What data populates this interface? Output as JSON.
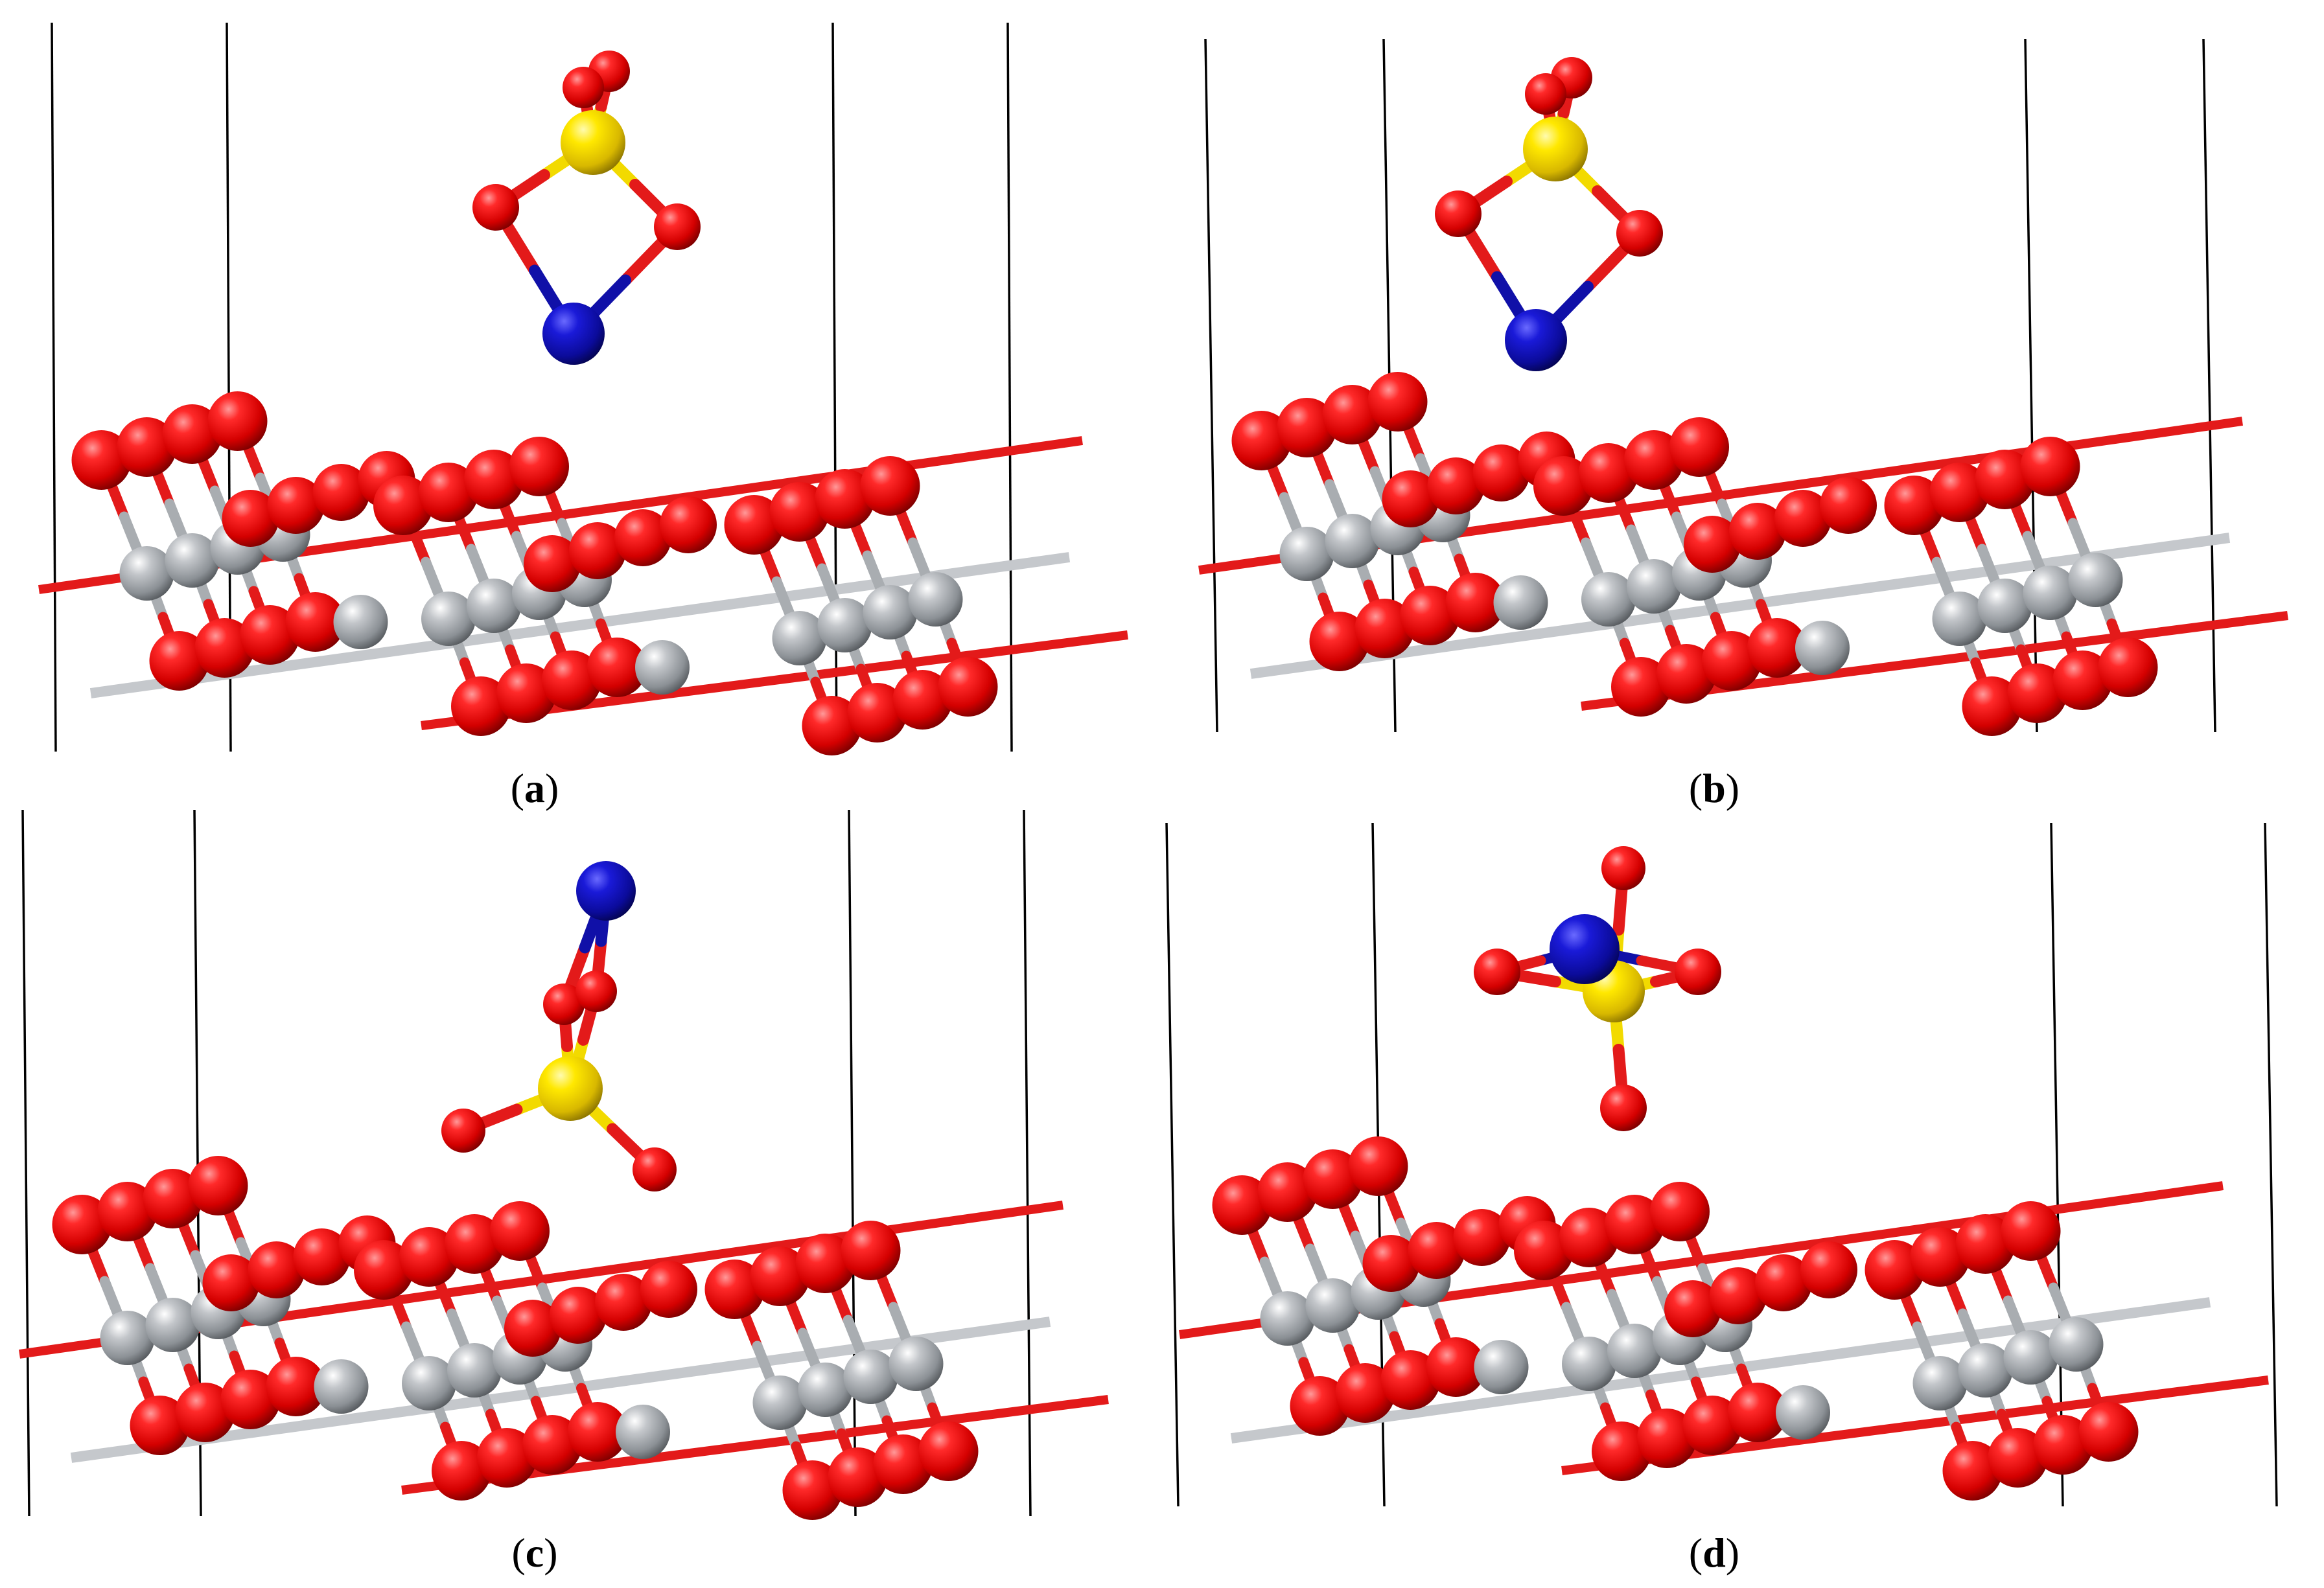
{
  "panels": [
    {
      "id": "a",
      "label": "a",
      "adsorbate": "sulfate-ring",
      "colors": {
        "cell_line": "#000000"
      }
    },
    {
      "id": "b",
      "label": "b",
      "adsorbate": "sulfate-ring"
    },
    {
      "id": "c",
      "label": "c",
      "adsorbate": "sulfate-chain"
    },
    {
      "id": "d",
      "label": "d",
      "adsorbate": "sulfate-tetrahedral"
    }
  ],
  "legend_colors": {
    "oxygen": "#e31a1a",
    "metal": "#a9adb1",
    "sulfur": "#f2da00",
    "adsorbed_metal": "#1010a8"
  }
}
